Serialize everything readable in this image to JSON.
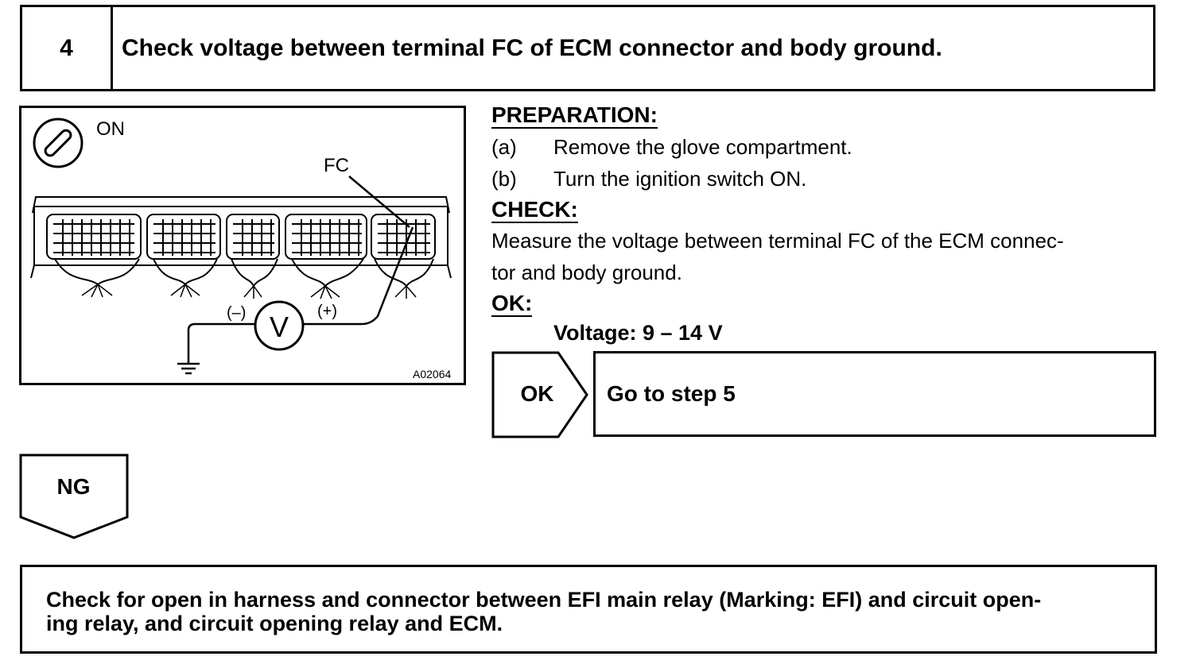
{
  "step": {
    "number": "4",
    "title": "Check voltage between terminal FC of ECM connector and body ground."
  },
  "figure": {
    "ignition_label": "ON",
    "terminal_label": "FC",
    "meter_symbol": "V",
    "negative_label": "(–)",
    "positive_label": "(+)",
    "figure_code": "A02064"
  },
  "preparation": {
    "heading": "PREPARATION:",
    "steps": [
      {
        "marker": "(a)",
        "text": "Remove the glove compartment."
      },
      {
        "marker": "(b)",
        "text": "Turn the ignition switch ON."
      }
    ]
  },
  "check": {
    "heading": "CHECK:",
    "lines": [
      "Measure the voltage between terminal FC of the ECM connec-",
      "tor and body ground."
    ]
  },
  "ok_spec": {
    "heading": "OK:",
    "value": "Voltage: 9 – 14 V"
  },
  "ok_branch": {
    "label": "OK",
    "action": "Go to step 5"
  },
  "ng_branch": {
    "label": "NG"
  },
  "result": {
    "lines": [
      "Check for open in harness and connector between EFI main relay (Marking: EFI) and circuit open-",
      "ing relay, and circuit opening relay and ECM."
    ]
  }
}
